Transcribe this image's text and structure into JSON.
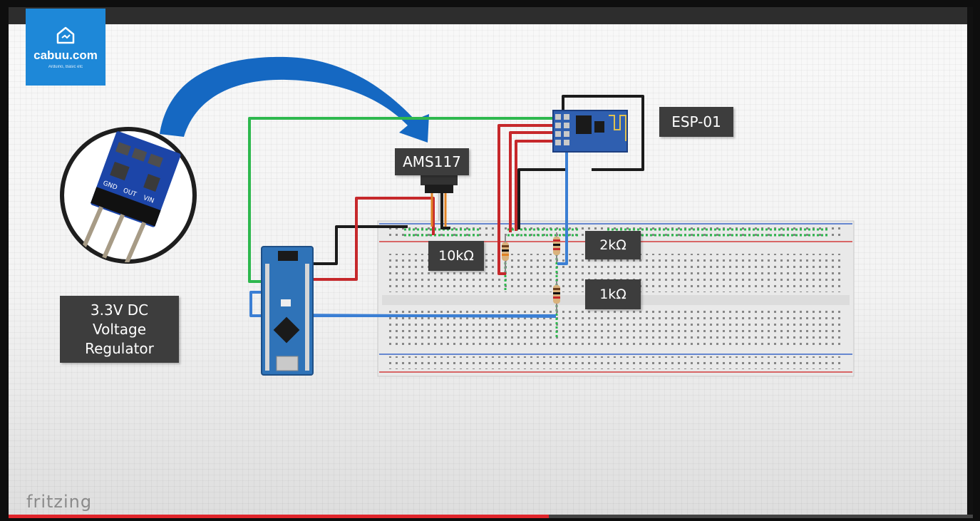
{
  "logo": {
    "name": "cabuu.com",
    "tagline": "Arduino, Basic etc"
  },
  "labels": {
    "ams": "AMS117",
    "esp": "ESP-01",
    "r10k": "10kΩ",
    "r2k": "2kΩ",
    "r1k": "1kΩ",
    "regulator_line1": "3.3V DC",
    "regulator_line2": "Voltage",
    "regulator_line3": "Regulator"
  },
  "module_pins": {
    "left": "GND",
    "middle": "OUT",
    "right": "VIN"
  },
  "watermark": "fritzing",
  "colors": {
    "wire_green": "#2eb84e",
    "wire_red": "#c6282b",
    "wire_black": "#1b1b1b",
    "wire_blue": "#3b7fd4",
    "arrow_blue": "#1568c2",
    "board_blue": "#2f73b8",
    "label_bg": "#3d3d3d"
  },
  "playback_progress": 0.56
}
